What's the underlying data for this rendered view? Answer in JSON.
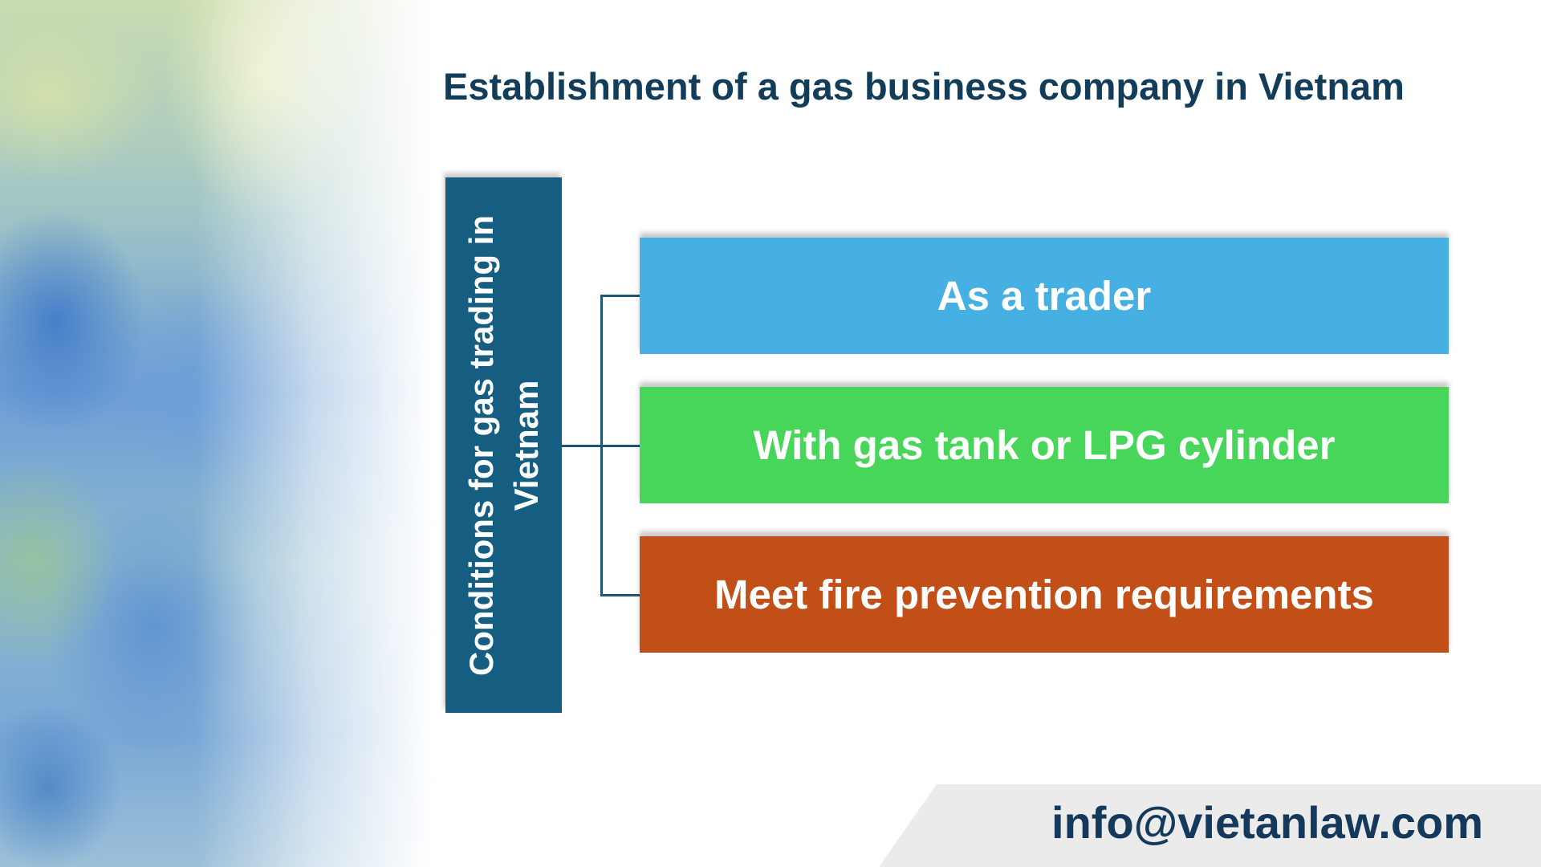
{
  "title": "Establishment of a gas business company in Vietnam",
  "diagram": {
    "root": {
      "label": "Conditions for gas trading in Vietnam",
      "color": "#155e81"
    },
    "items": [
      {
        "label": "As a trader",
        "color": "#47b0e2"
      },
      {
        "label": "With gas tank or LPG cylinder",
        "color": "#48d65a"
      },
      {
        "label": "Meet fire prevention requirements",
        "color": "#c14f17"
      }
    ]
  },
  "footer": {
    "email": "info@vietanlaw.com"
  }
}
